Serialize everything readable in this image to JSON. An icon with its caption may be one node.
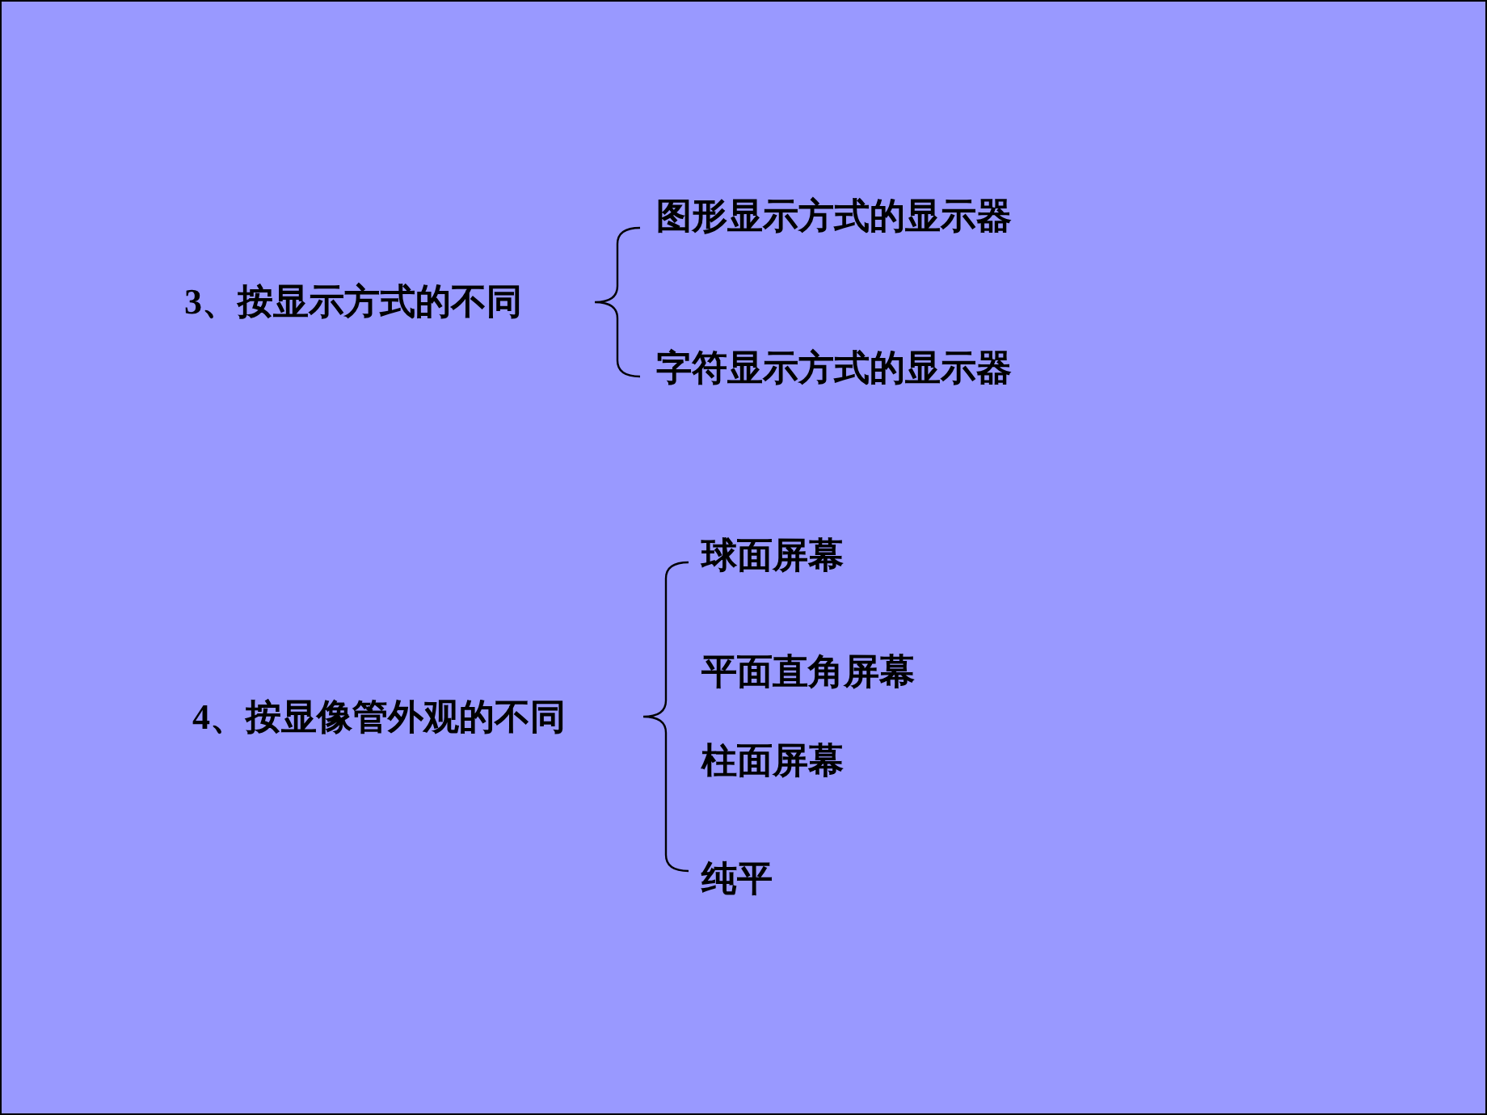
{
  "diagram": {
    "labels": [
      "3、按显示方式的不同",
      "图形显示方式的显示器",
      "字符显示方式的显示器",
      "4、按显像管外观的不同",
      "球面屏幕",
      "平面直角屏幕",
      "柱面屏幕",
      "纯平"
    ]
  }
}
